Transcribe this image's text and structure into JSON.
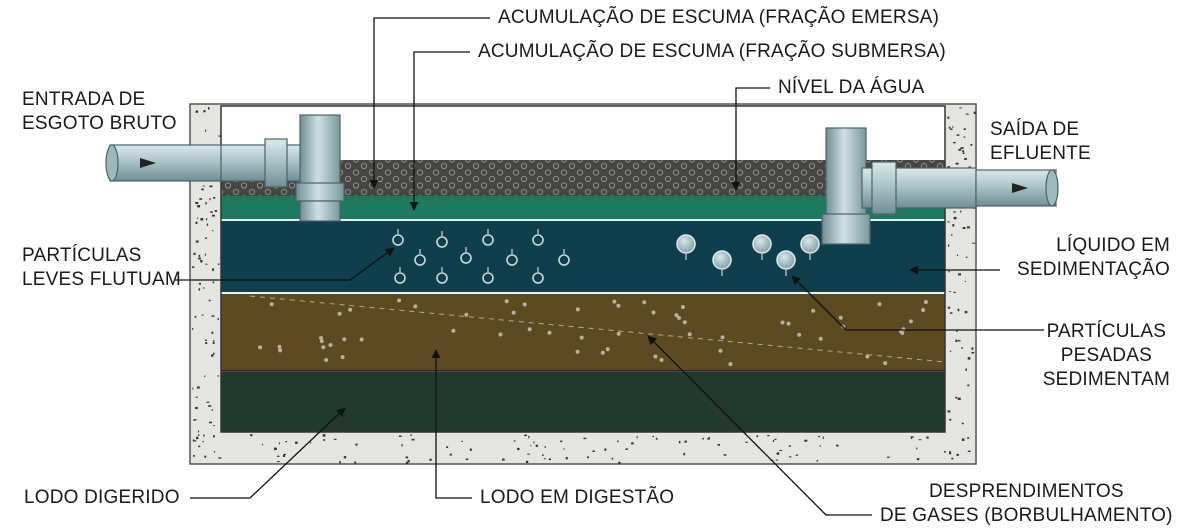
{
  "labels": {
    "scum_emersed": "ACUMULAÇÃO DE ESCUMA (FRAÇÃO EMERSA)",
    "scum_submersed": "ACUMULAÇÃO DE ESCUMA (FRAÇÃO SUBMERSA)",
    "water_level": "NÍVEL DA ÁGUA",
    "inlet": [
      "ENTRADA DE",
      "ESGOTO BRUTO"
    ],
    "outlet": [
      "SAÍDA DE",
      "EFLUENTE"
    ],
    "light_particles": [
      "PARTÍCULAS",
      "LEVES FLUTUAM"
    ],
    "settling_liquid": [
      "LÍQUIDO EM",
      "SEDIMENTAÇÃO"
    ],
    "heavy_particles": [
      "PARTÍCULAS",
      "PESADAS",
      "SEDIMENTAM"
    ],
    "digested_sludge": "LODO DIGERIDO",
    "digesting_sludge": "LODO EM DIGESTÃO",
    "gas_release": [
      "DESPRENDIMENTOS",
      "DE GASES (BORBULHAMENTO)"
    ]
  },
  "colors": {
    "concrete": "#e4e4e0",
    "scum": "#4a4a48",
    "scum_water": "#1e7a5e",
    "liquid": "#0f3f4c",
    "sludge_digesting": "#5e4a22",
    "sludge_digested": "#223a2e",
    "pipe": "#a9c3c7"
  }
}
